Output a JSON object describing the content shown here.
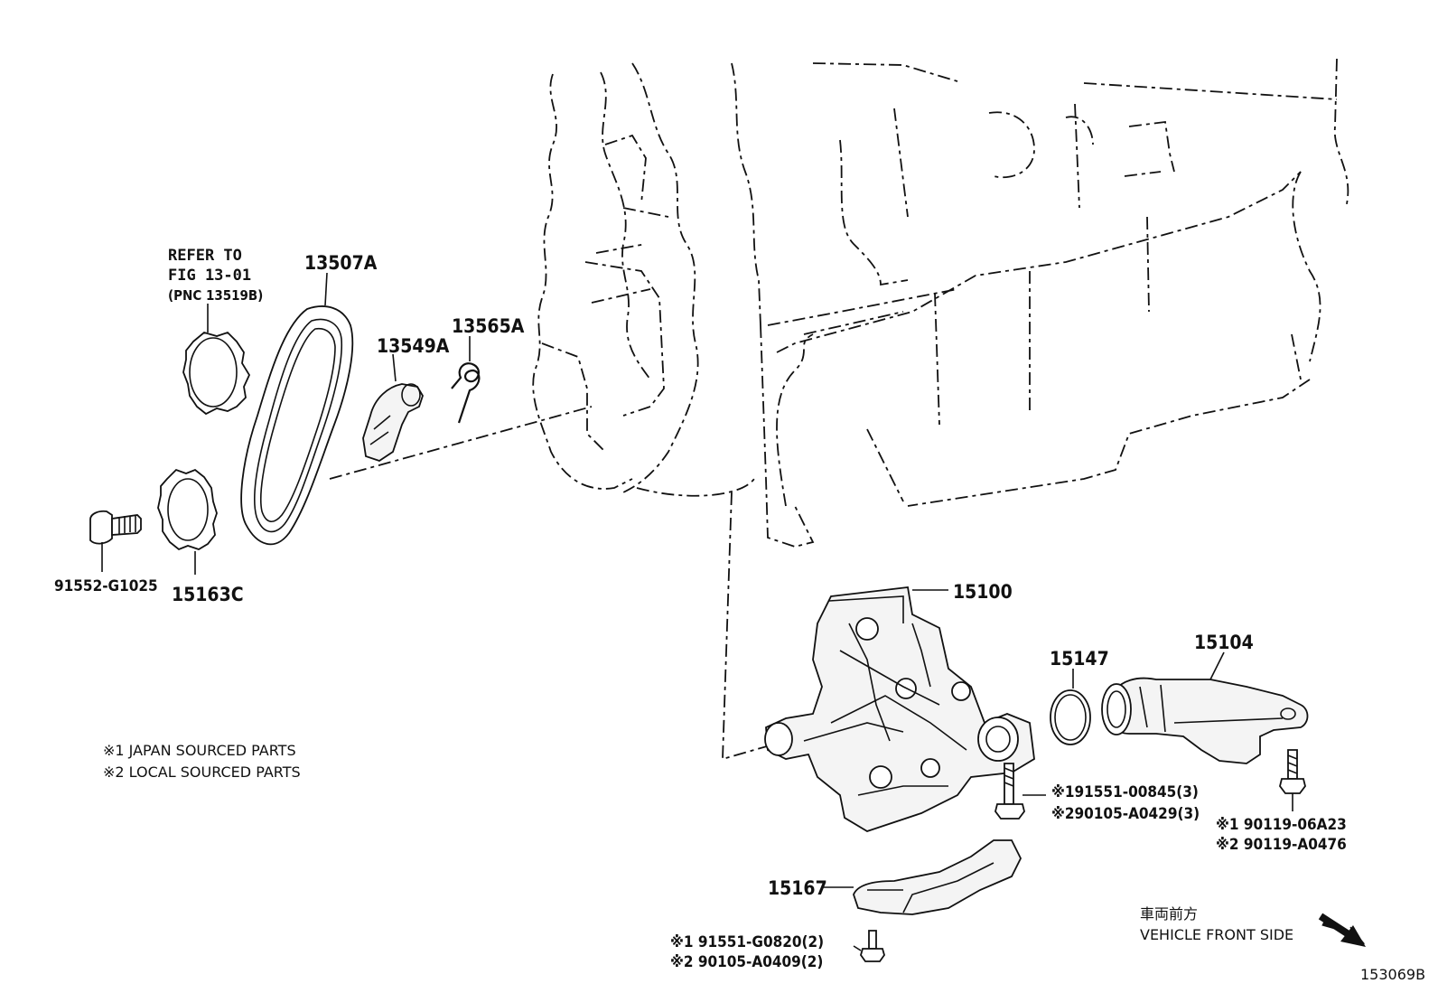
{
  "diagram": {
    "reference_note": [
      "REFER TO",
      "FIG 13-01",
      "(PNC 13519B)"
    ],
    "legend": [
      "※1 JAPAN SOURCED PARTS",
      "※2 LOCAL SOURCED PARTS"
    ],
    "direction": {
      "japanese": "車両前方",
      "english": "VEHICLE FRONT SIDE"
    },
    "figure_id": "153069B",
    "parts": {
      "p13507A": "13507A",
      "p13549A": "13549A",
      "p13565A": "13565A",
      "p91552": "91552-G1025",
      "p15163C": "15163C",
      "p15100": "15100",
      "p15147": "15147",
      "p15104": "15104",
      "p15167": "15167",
      "bolt_a1": "※191551-00845(3)",
      "bolt_a2": "※290105-A0429(3)",
      "bolt_b1": "※1 90119-06A23",
      "bolt_b2": "※2 90119-A0476",
      "bolt_c1": "※1 91551-G0820(2)",
      "bolt_c2": "※2 90105-A0409(2)"
    }
  }
}
